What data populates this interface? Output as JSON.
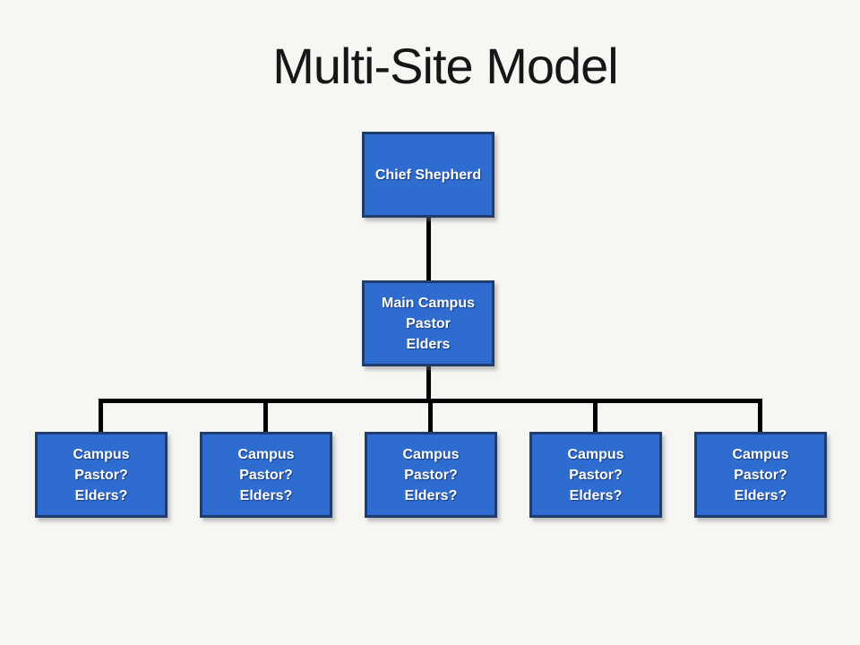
{
  "slide": {
    "title": "Multi-Site Model"
  },
  "colors": {
    "background": "#f7f6f3",
    "title_text": "#161616",
    "box_fill": "#2e6cd0",
    "box_border": "#1e3c6e",
    "box_text": "#ffffff",
    "connector": "#000000"
  },
  "org_chart": {
    "type": "org-tree",
    "root": {
      "id": "chief-shepherd",
      "lines": [
        "Chief Shepherd"
      ]
    },
    "level2": {
      "id": "main-campus",
      "lines": [
        "Main Campus",
        "Pastor",
        "Elders"
      ]
    },
    "level3": [
      {
        "id": "campus-1",
        "lines": [
          "Campus",
          "Pastor?",
          "Elders?"
        ]
      },
      {
        "id": "campus-2",
        "lines": [
          "Campus",
          "Pastor?",
          "Elders?"
        ]
      },
      {
        "id": "campus-3",
        "lines": [
          "Campus",
          "Pastor?",
          "Elders?"
        ]
      },
      {
        "id": "campus-4",
        "lines": [
          "Campus",
          "Pastor?",
          "Elders?"
        ]
      },
      {
        "id": "campus-5",
        "lines": [
          "Campus",
          "Pastor?",
          "Elders?"
        ]
      }
    ]
  }
}
